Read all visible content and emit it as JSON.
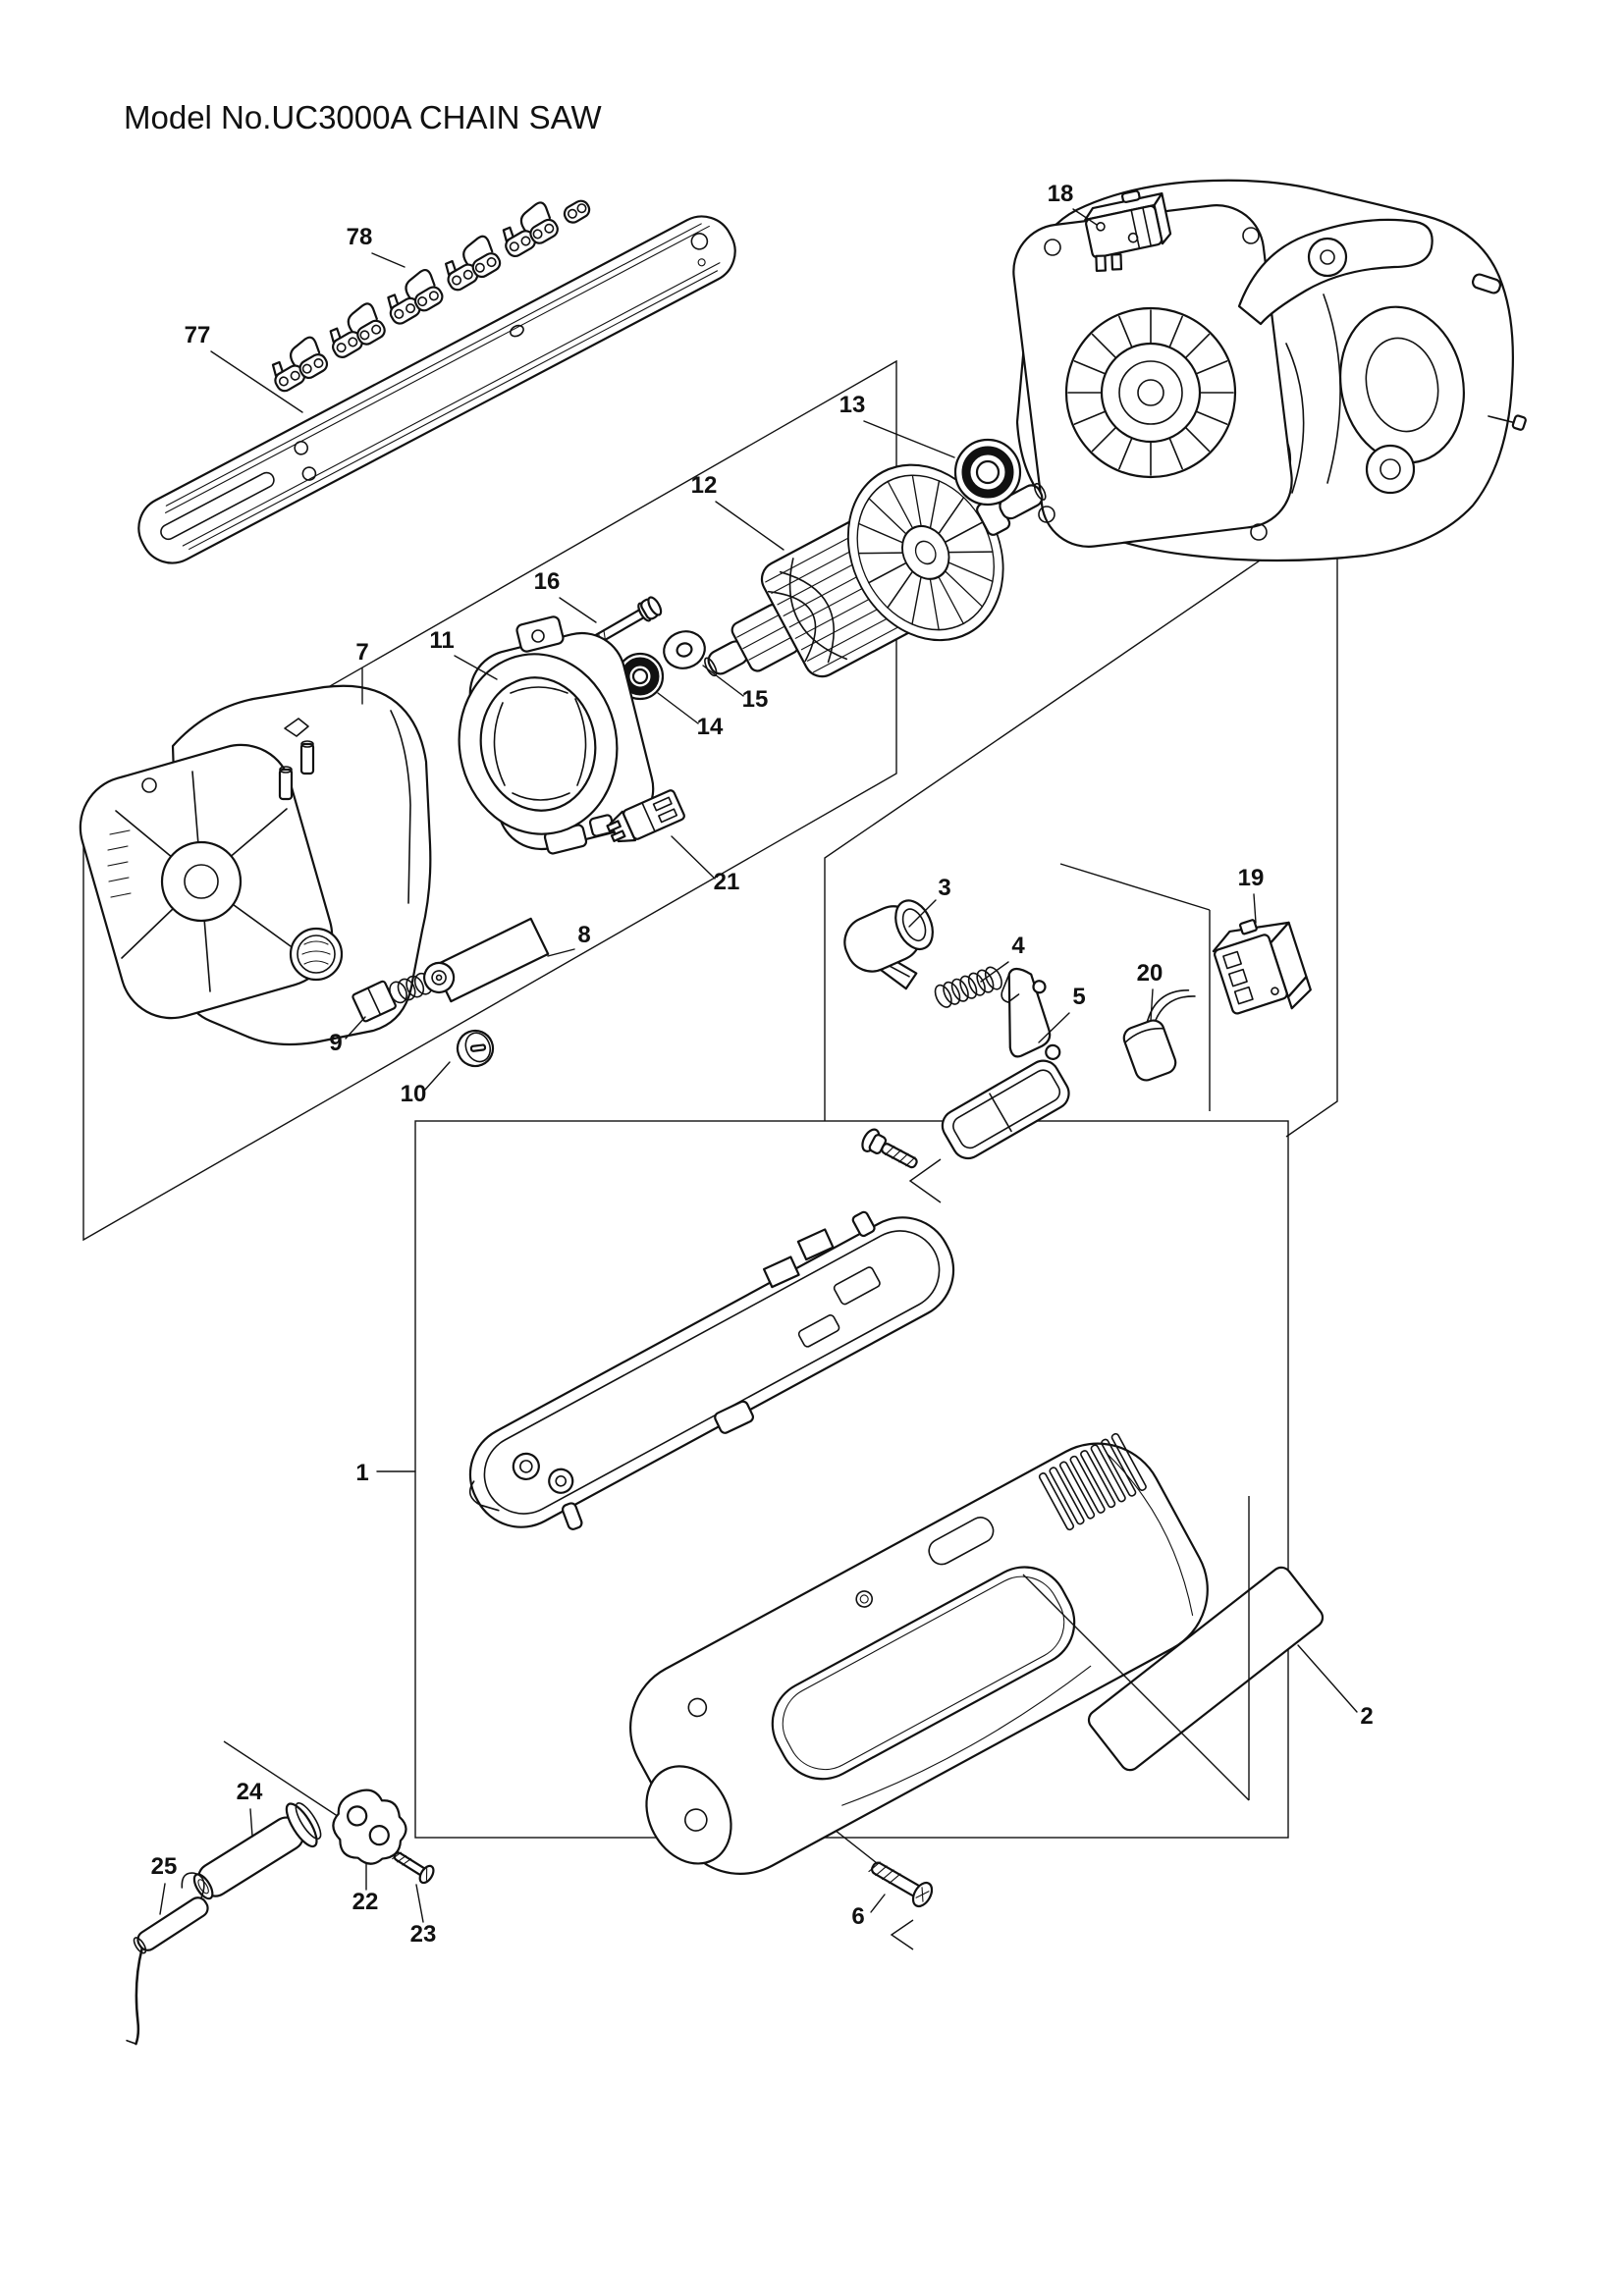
{
  "title": "Model No.UC3000A CHAIN SAW",
  "diagram": {
    "type": "exploded-parts-diagram",
    "line_color": "#111111",
    "background_color": "#ffffff",
    "part_count": 26
  },
  "labels": {
    "1": "1",
    "2": "2",
    "3": "3",
    "4": "4",
    "5": "5",
    "6": "6",
    "7": "7",
    "8": "8",
    "9": "9",
    "10": "10",
    "11": "11",
    "12": "12",
    "13": "13",
    "14": "14",
    "15": "15",
    "16": "16",
    "18": "18",
    "19": "19",
    "20": "20",
    "21": "21",
    "22": "22",
    "23": "23",
    "24": "24",
    "25": "25",
    "77": "77",
    "78": "78"
  }
}
